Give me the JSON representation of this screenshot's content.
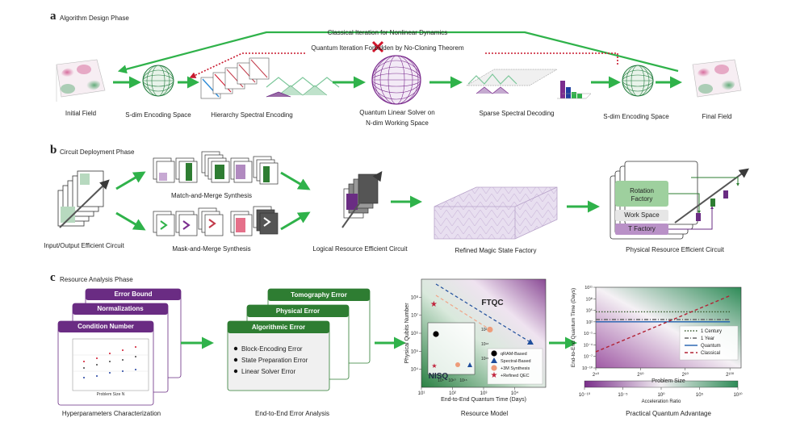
{
  "panel_a": {
    "letter": "a",
    "phase": "Algorithm Design Phase",
    "classical_loop": "Classical Iteration for Nonlinear Dynamics",
    "quantum_loop": "Quantum Iteration Forbidden by No-Cloning Theorem",
    "initial_field": "Initial Field",
    "encoding_space_left": "S-dim Encoding Space",
    "hierarchy": "Hierarchy Spectral Encoding",
    "solver_line1": "Quantum Linear Solver on",
    "solver_line2": "N-dim Working Space",
    "sparse": "Sparse Spectral Decoding",
    "encoding_space_right": "S-dim Encoding Space",
    "final_field": "Final Field"
  },
  "panel_b": {
    "letter": "b",
    "phase": "Circuit Deployment Phase",
    "input_output": "Input/Output Efficient Circuit",
    "match_merge": "Match-and-Merge Synthesis",
    "mask_merge": "Mask-and-Merge Synthesis",
    "logical": "Logical Resource Efficient Circuit",
    "magic": "Refined Magic State Factory",
    "rotation_line1": "Rotation",
    "rotation_line2": "Factory",
    "work_space": "Work Space",
    "t_factory": "T Factory",
    "physical": "Physical Resource Efficient Circuit"
  },
  "panel_c": {
    "letter": "c",
    "phase": "Resource Analysis Phase",
    "hyper_cards": [
      "Error Bound",
      "Normalizations",
      "Condition Number"
    ],
    "hyper_xlabel": "Problem Size N",
    "hyper_caption": "Hyperparameters Characterization",
    "error_cards": [
      "Tomography Error",
      "Physical Error",
      "Algorithmic Error"
    ],
    "error_items": [
      "Block-Encoding Error",
      "State Preparation Error",
      "Linear Solver Error"
    ],
    "error_caption": "End-to-End Error Analysis",
    "resource_caption": "Resource Model",
    "advantage_caption": "Practical Quantum Advantage"
  },
  "chart_data": [
    {
      "type": "scatter",
      "title": "",
      "xlabel": "End-to-End Quantum Time (Days)",
      "ylabel": "Physical Qubits Number",
      "x_ticks": [
        "10¹",
        "10²",
        "10³",
        "10⁴"
      ],
      "y_ticks": [
        "10⁴",
        "10⁵",
        "10⁶",
        "10⁷",
        "10⁸"
      ],
      "regions": [
        "FTQC",
        "NISQ"
      ],
      "legend": [
        "qRAM-Based",
        "Spectral-Based",
        "+3M Synthesis",
        "+Refined QEC"
      ],
      "legend_position": "bottom-right",
      "inset_y_ticks": [
        "10²¹",
        "10¹⁸",
        "10¹⁵"
      ],
      "inset_x_ticks": [
        "10⁵",
        "10¹⁰",
        "10¹⁵"
      ],
      "x_scale": "log",
      "y_scale": "log",
      "xlim": [
        10,
        100000
      ],
      "ylim": [
        1000,
        1000000000
      ],
      "series": [
        {
          "name": "qRAM-Based",
          "x": [
            100.0
          ],
          "y": [
            3e+21
          ],
          "color": "#000000",
          "marker": "circle"
        },
        {
          "name": "Spectral-Based",
          "x": [
            32000.0
          ],
          "y": [
            320000.0
          ],
          "color": "#1f4e9c",
          "marker": "triangle"
        },
        {
          "name": "+3M Synthesis",
          "x": [
            1600.0
          ],
          "y": [
            1600000.0
          ],
          "color": "#ee9c7a",
          "marker": "circle"
        },
        {
          "name": "+Refined QEC",
          "x": [
            25.0
          ],
          "y": [
            40000000.0
          ],
          "color": "#c0233c",
          "marker": "star"
        }
      ]
    },
    {
      "type": "line",
      "title": "",
      "xlabel": "Problem Size",
      "ylabel": "End-to-End Quantum Time (Days)",
      "x_ticks": [
        "2⁴⁰",
        "2⁶⁰",
        "2⁸⁰",
        "2¹⁰⁰"
      ],
      "y_ticks": [
        "10¹¹",
        "10⁸",
        "10⁵",
        "10²",
        "10⁻¹",
        "10⁻⁴",
        "10⁻⁷",
        "10⁻¹⁰"
      ],
      "x_scale": "log2",
      "y_scale": "log",
      "xlim": [
        40,
        105
      ],
      "ylim": [
        -10,
        11
      ],
      "colorbar_label": "Acceleration Ratio",
      "colorbar_ticks": [
        "10⁻¹⁰",
        "10⁻⁵",
        "10⁰",
        "10⁵",
        "10¹⁰"
      ],
      "legend_position": "bottom-right",
      "series": [
        {
          "name": "1 Century",
          "x": [
            40,
            100
          ],
          "y": [
            4.6,
            4.6
          ],
          "style": "dotted",
          "color": "#3a5a2f"
        },
        {
          "name": "1 Year",
          "x": [
            40,
            100
          ],
          "y": [
            2.6,
            2.6
          ],
          "style": "dashdot",
          "color": "#666666"
        },
        {
          "name": "Quantum",
          "x": [
            40,
            100
          ],
          "y": [
            2.0,
            2.0
          ],
          "style": "solid",
          "color": "#1f5fae"
        },
        {
          "name": "Classical",
          "x": [
            40,
            100
          ],
          "y": [
            -5.8,
            8.8
          ],
          "style": "dashed",
          "color": "#b22234"
        }
      ]
    }
  ]
}
